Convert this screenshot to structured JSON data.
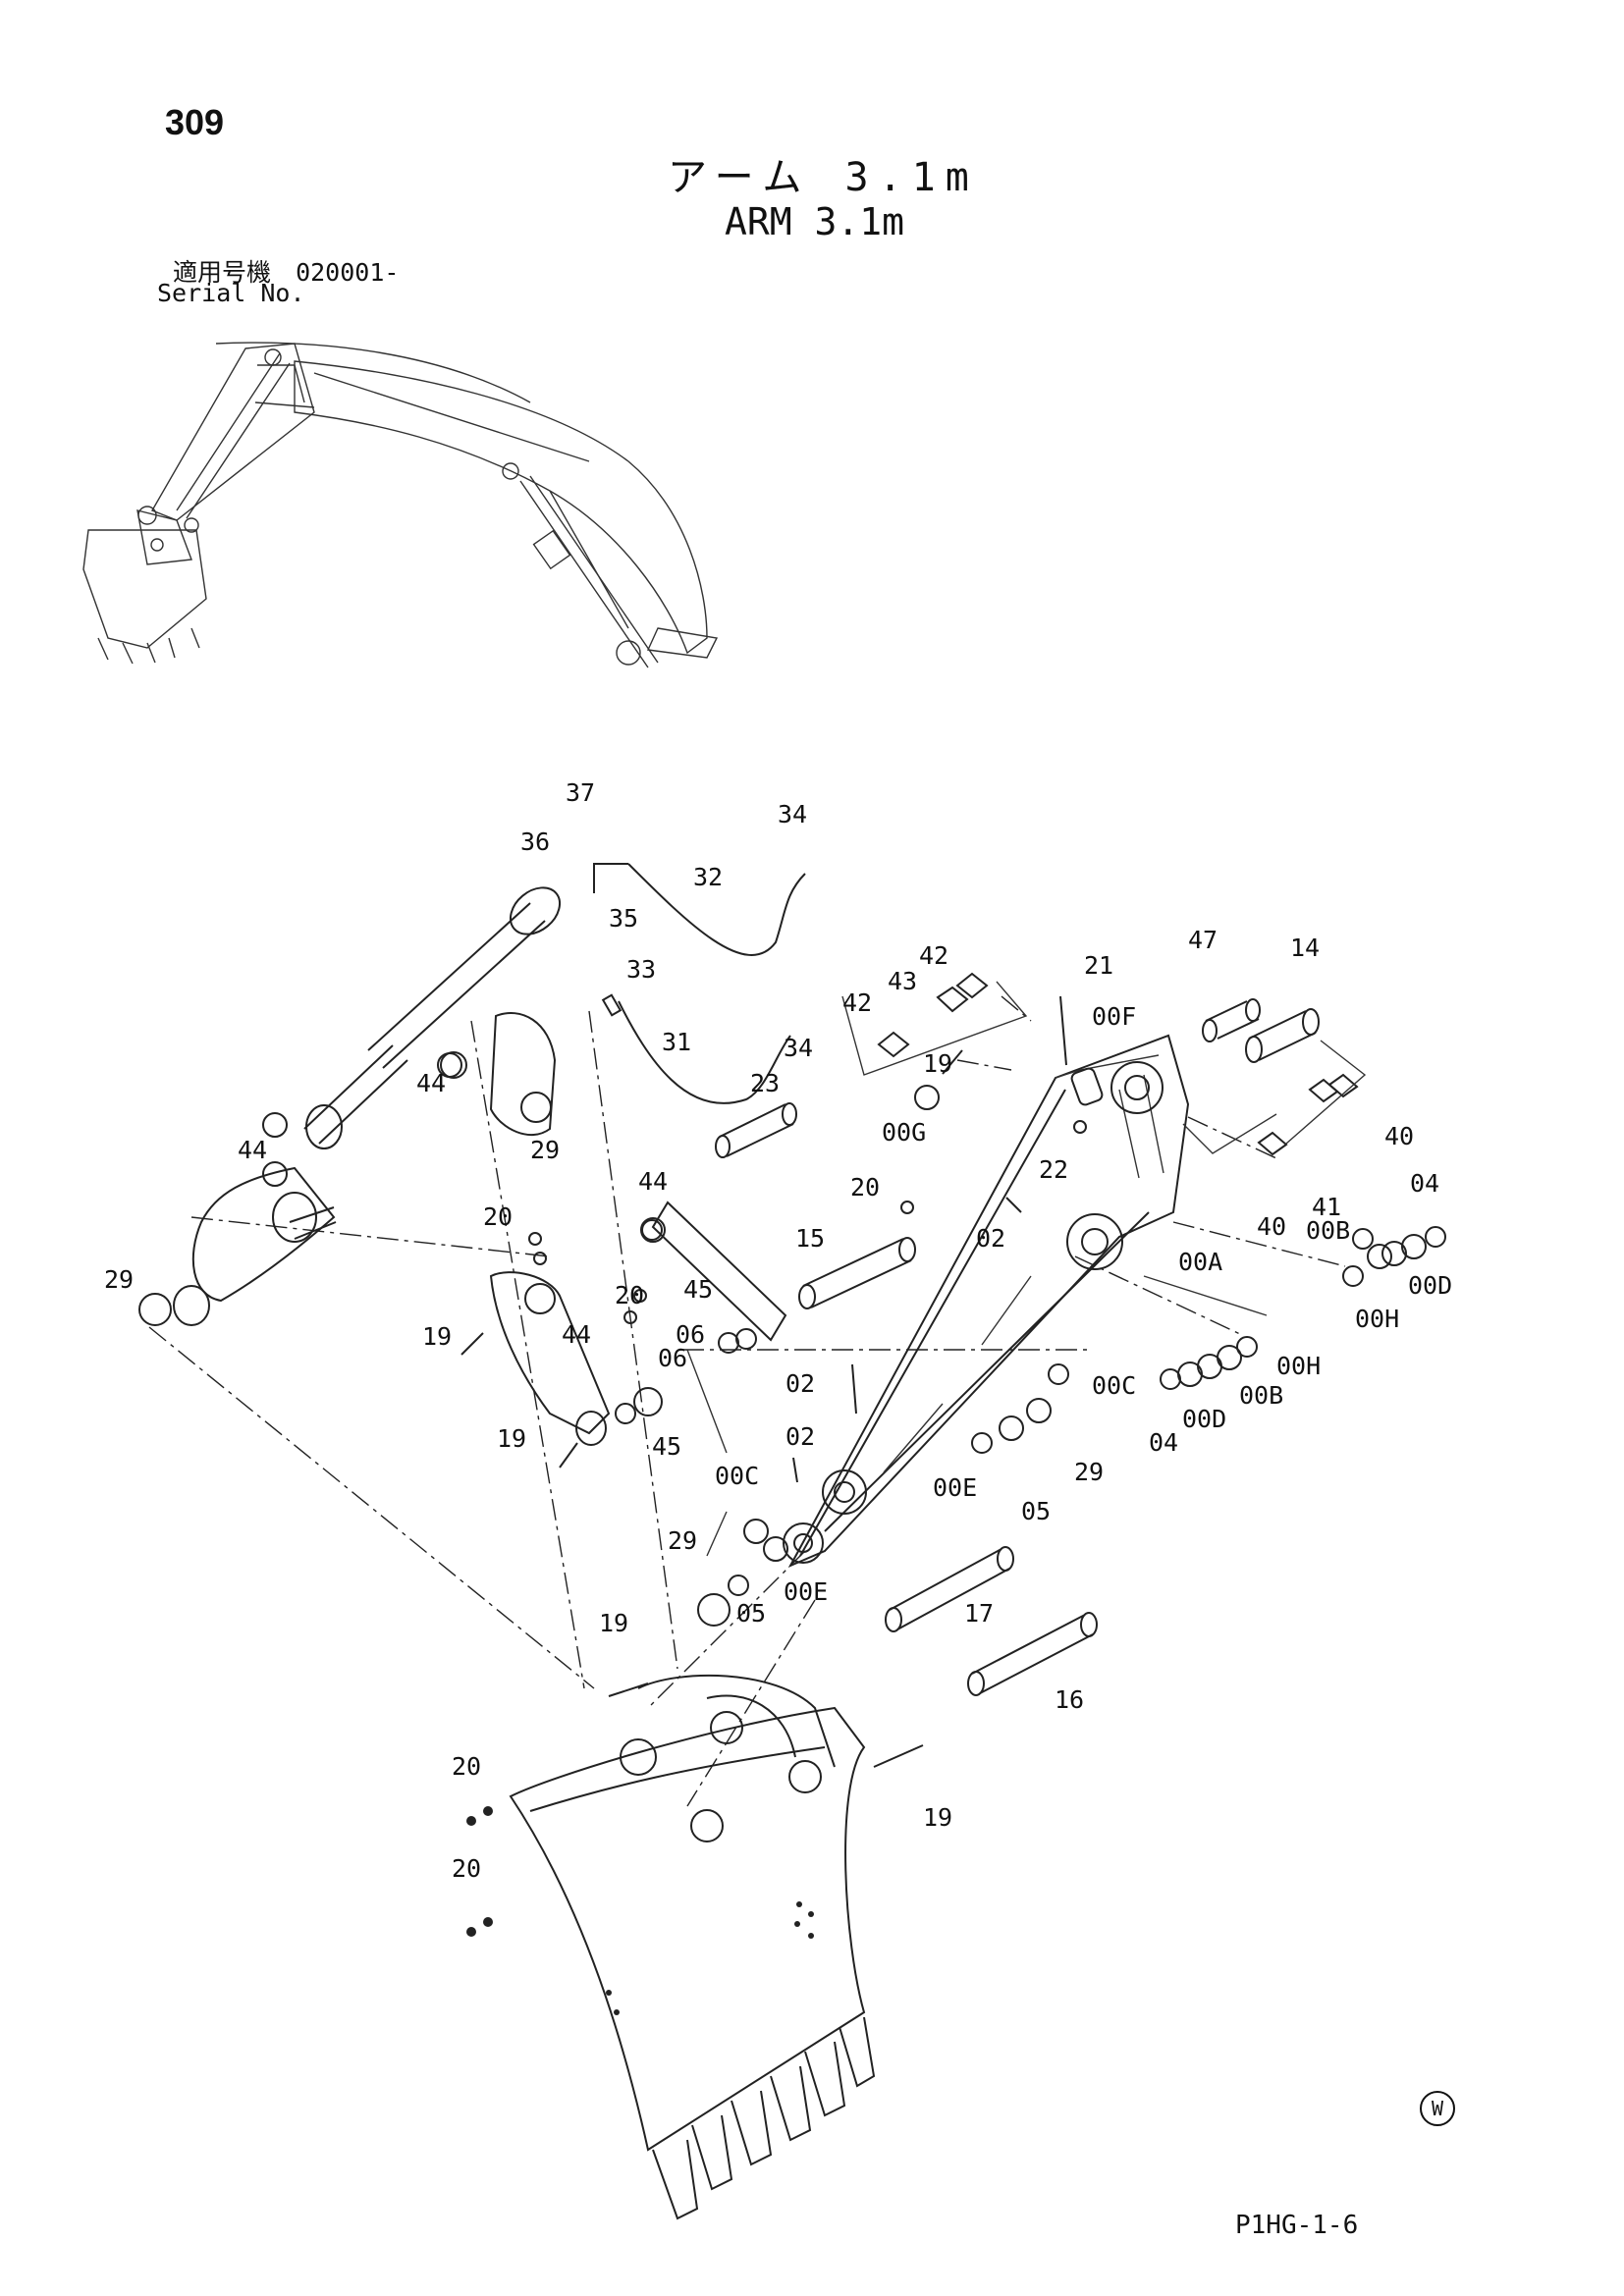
{
  "page_number": "309",
  "title_jp": "アーム 3.1m",
  "title_en": "ARM 3.1m",
  "serial": {
    "label_jp": "適用号機",
    "range": "020001-",
    "label_en": "Serial No."
  },
  "footer_code": "P1HG-1-6",
  "watermark": "W",
  "callouts": [
    {
      "id": "c37",
      "text": "37"
    },
    {
      "id": "c36",
      "text": "36"
    },
    {
      "id": "c34a",
      "text": "34"
    },
    {
      "id": "c32",
      "text": "32"
    },
    {
      "id": "c35",
      "text": "35"
    },
    {
      "id": "c33",
      "text": "33"
    },
    {
      "id": "c31",
      "text": "31"
    },
    {
      "id": "c34b",
      "text": "34"
    },
    {
      "id": "c42a",
      "text": "42"
    },
    {
      "id": "c43",
      "text": "43"
    },
    {
      "id": "c42b",
      "text": "42"
    },
    {
      "id": "c21",
      "text": "21"
    },
    {
      "id": "c47",
      "text": "47"
    },
    {
      "id": "c14",
      "text": "14"
    },
    {
      "id": "c00F",
      "text": "00F"
    },
    {
      "id": "c19a",
      "text": "19"
    },
    {
      "id": "c44a",
      "text": "44"
    },
    {
      "id": "c44b",
      "text": "44"
    },
    {
      "id": "c29a",
      "text": "29"
    },
    {
      "id": "c23",
      "text": "23"
    },
    {
      "id": "c00G",
      "text": "00G"
    },
    {
      "id": "c22",
      "text": "22"
    },
    {
      "id": "c20a",
      "text": "20"
    },
    {
      "id": "c41",
      "text": "41"
    },
    {
      "id": "c40a",
      "text": "40"
    },
    {
      "id": "c40b",
      "text": "40"
    },
    {
      "id": "c04a",
      "text": "04"
    },
    {
      "id": "c44c",
      "text": "44"
    },
    {
      "id": "c20b",
      "text": "20"
    },
    {
      "id": "c15",
      "text": "15"
    },
    {
      "id": "c02a",
      "text": "02"
    },
    {
      "id": "c00B",
      "text": "00B"
    },
    {
      "id": "c00D",
      "text": "00D"
    },
    {
      "id": "c00A",
      "text": "00A"
    },
    {
      "id": "c00H",
      "text": "00H"
    },
    {
      "id": "c29b",
      "text": "29"
    },
    {
      "id": "c45a",
      "text": "45"
    },
    {
      "id": "c20c",
      "text": "20"
    },
    {
      "id": "c19b",
      "text": "19"
    },
    {
      "id": "c44d",
      "text": "44"
    },
    {
      "id": "c06a",
      "text": "06"
    },
    {
      "id": "c06b",
      "text": "06"
    },
    {
      "id": "c02b",
      "text": "02"
    },
    {
      "id": "c00C",
      "text": "00C"
    },
    {
      "id": "c00H2",
      "text": "00H"
    },
    {
      "id": "c00B2",
      "text": "00B"
    },
    {
      "id": "c00D2",
      "text": "00D"
    },
    {
      "id": "c04b",
      "text": "04"
    },
    {
      "id": "c19c",
      "text": "19"
    },
    {
      "id": "c45b",
      "text": "45"
    },
    {
      "id": "c02c",
      "text": "02"
    },
    {
      "id": "c00C2",
      "text": "00C"
    },
    {
      "id": "c29c",
      "text": "29"
    },
    {
      "id": "c00E",
      "text": "00E"
    },
    {
      "id": "c05a",
      "text": "05"
    },
    {
      "id": "c29d",
      "text": "29"
    },
    {
      "id": "c05b",
      "text": "05"
    },
    {
      "id": "c00E2",
      "text": "00E"
    },
    {
      "id": "c17",
      "text": "17"
    },
    {
      "id": "c19d",
      "text": "19"
    },
    {
      "id": "c16",
      "text": "16"
    },
    {
      "id": "c20d",
      "text": "20"
    },
    {
      "id": "c19e",
      "text": "19"
    },
    {
      "id": "c20e",
      "text": "20"
    }
  ]
}
